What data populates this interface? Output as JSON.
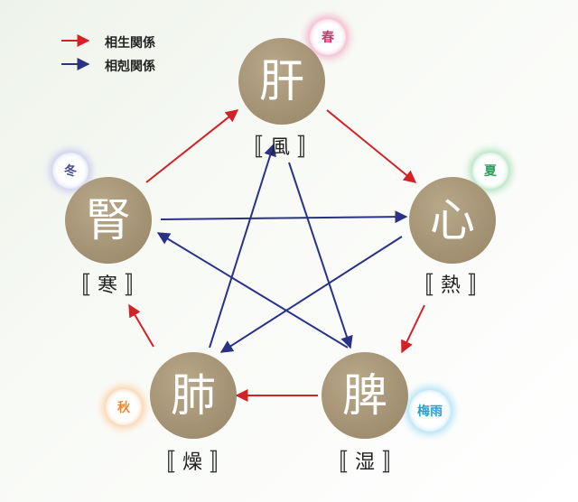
{
  "legend": {
    "sheng_label": "相生関係",
    "ke_label": "相剋関係",
    "sheng_color": "#d42027",
    "ke_color": "#2a3286"
  },
  "organs": {
    "liver": {
      "label": "肝",
      "quality": "風",
      "season": "春",
      "season_color": "#d6336c",
      "glow_color": "#f3b9d0"
    },
    "heart": {
      "label": "心",
      "quality": "熱",
      "season": "夏",
      "season_color": "#2c9e5a",
      "glow_color": "#b7e3c4"
    },
    "spleen": {
      "label": "脾",
      "quality": "湿",
      "season": "梅雨",
      "season_color": "#2b9fd4",
      "glow_color": "#b6e2f6"
    },
    "lung": {
      "label": "肺",
      "quality": "燥",
      "season": "秋",
      "season_color": "#f08a2c",
      "glow_color": "#fcd3ad"
    },
    "kidney": {
      "label": "腎",
      "quality": "寒",
      "season": "冬",
      "season_color": "#4b4c9a",
      "glow_color": "#cfd0ee"
    }
  },
  "brackets": {
    "open": "〚",
    "close": "〛"
  },
  "colors": {
    "organ_fill": "#a39273"
  }
}
